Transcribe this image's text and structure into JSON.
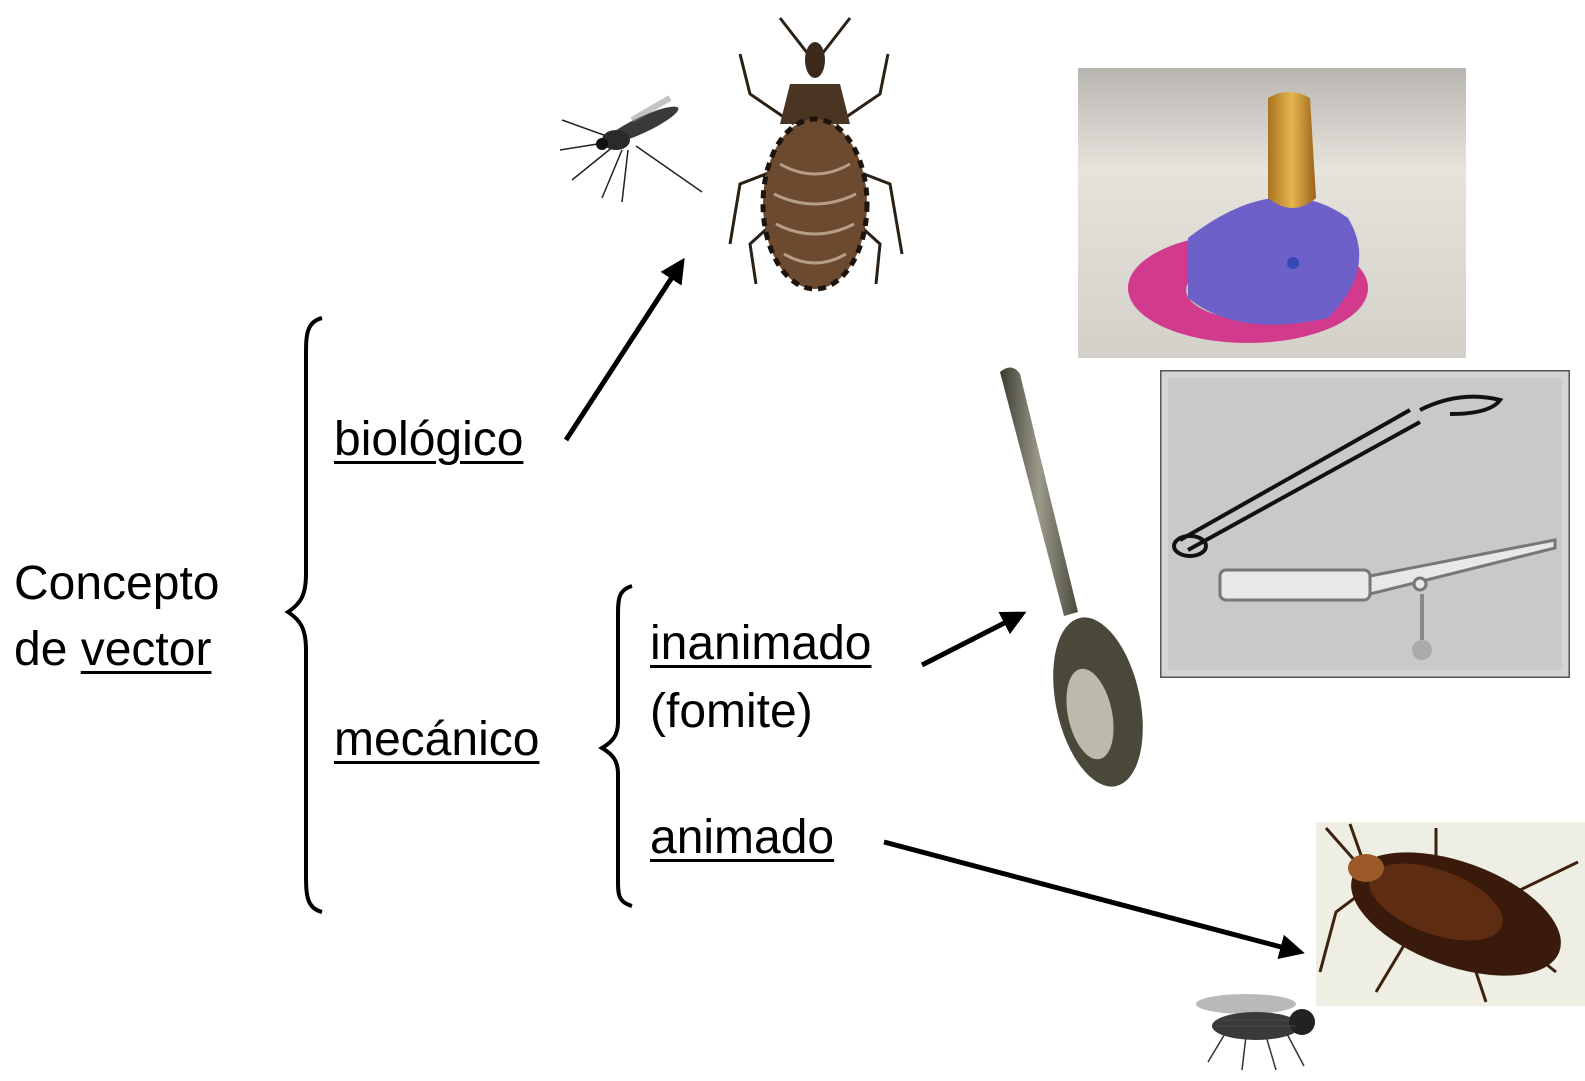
{
  "concept": {
    "line1": "Concepto",
    "line2_prefix": "de",
    "line2_word": "vector"
  },
  "branches": {
    "biologico": "biológico",
    "mecanico": "mecánico",
    "inanimado": "inanimado",
    "fomite": "(fomite)",
    "animado": "animado"
  },
  "images": {
    "mosquito": "mosquito-image",
    "triatomine": "triatomine-bug-image",
    "pacifier": "pacifier-photo",
    "spoon": "spoon-photo",
    "surgical_tools": "surgical-instruments-photo",
    "cockroach": "cockroach-photo",
    "fly": "housefly-image"
  },
  "colors": {
    "text": "#000000",
    "background": "#ffffff"
  }
}
